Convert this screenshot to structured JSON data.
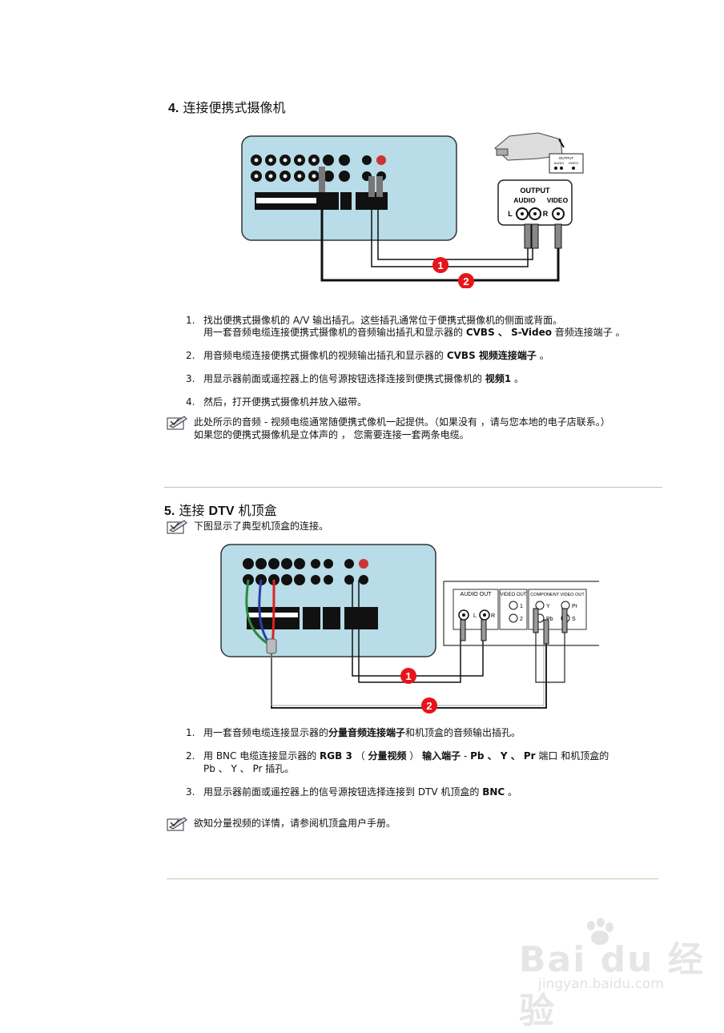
{
  "section4": {
    "num": "4.",
    "title": "连接便携式摄像机",
    "diagram": {
      "output_label": "OUTPUT",
      "audio_label": "AUDIO",
      "video_label": "VIDEO",
      "l_label": "L",
      "r_label": "R",
      "cam_output": "OUTPUT",
      "cam_audio": "AUDIO",
      "cam_video": "VIDEO",
      "cable1": "1",
      "cable2": "2"
    },
    "steps": [
      {
        "n": "1.",
        "a": "找出便携式摄像机的  A/V 输出插孔。这些插孔通常位于便携式摄像机的侧面或背面。"
      },
      {
        "n": "",
        "a": "用一套音频电缆连接便携式摄像机的音频输出插孔和显示器的 ",
        "b": "CVBS 、  S-Video",
        "c": " 音频连接端子  。"
      },
      {
        "n": "2.",
        "a": "用音频电缆连接便携式摄像机的视频输出插孔和显示器的  ",
        "b": "CVBS 视频连接端子",
        "c": "  。"
      },
      {
        "n": "3.",
        "a": "用显示器前面或遥控器上的信号源按钮选择连接到便携式摄像机的  ",
        "b": "视频1",
        "c": " 。"
      },
      {
        "n": "4.",
        "a": "然后，打开便携式摄像机并放入磁带。"
      }
    ],
    "note_line1": "此处所示的音频  - 视频电缆通常随便携式像机一起提供。（如果没有 ，请与您本地的电子店联系。）",
    "note_line2": "如果您的便携式摄像机是立体声的 ，   您需要连接一套两条电缆。"
  },
  "section5": {
    "num": "5.",
    "title_a": "连接  ",
    "title_b": "DTV",
    "title_c": " 机顶盒",
    "intro": "下图显示了典型机顶盒的连接。",
    "diagram": {
      "audio_out": "AUDIO OUT",
      "video_out": "VIDEO OUT",
      "component_video_out": "COMPONENT VIDEO OUT",
      "l": "L",
      "r": "R",
      "one": "1",
      "two": "2",
      "y": "Y",
      "pb": "Pb",
      "pr": "Pr",
      "s": "S",
      "cable1": "1",
      "cable2": "2"
    },
    "step1_a": "用一套音频电缆连接显示器的",
    "step1_b": "分量音频连接端子",
    "step1_c": "和机顶盒的音频输出插孔。",
    "step2_a": "用  BNC 电缆连接显示器的   ",
    "step2_b": "RGB 3",
    "step2_c": "  （   ",
    "step2_d": "分量视频",
    "step2_e": "   ）    ",
    "step2_f": "输入端子",
    "step2_g": " - ",
    "step2_h": "Pb 、  Y 、  Pr",
    "step2_i": " 端口   和机顶盒的",
    "step2_line2": "Pb 、  Y 、  Pr 插孔。",
    "step3_a": "用显示器前面或遥控器上的信号源按钮选择连接到  DTV 机顶盒的   ",
    "step3_b": "BNC",
    "step3_c": " 。",
    "note": "欲知分量视频的详情，请参阅机顶盒用户手册。"
  },
  "watermark": {
    "brand": "Bai  du 经验",
    "url": "jingyan.baidu.com"
  }
}
